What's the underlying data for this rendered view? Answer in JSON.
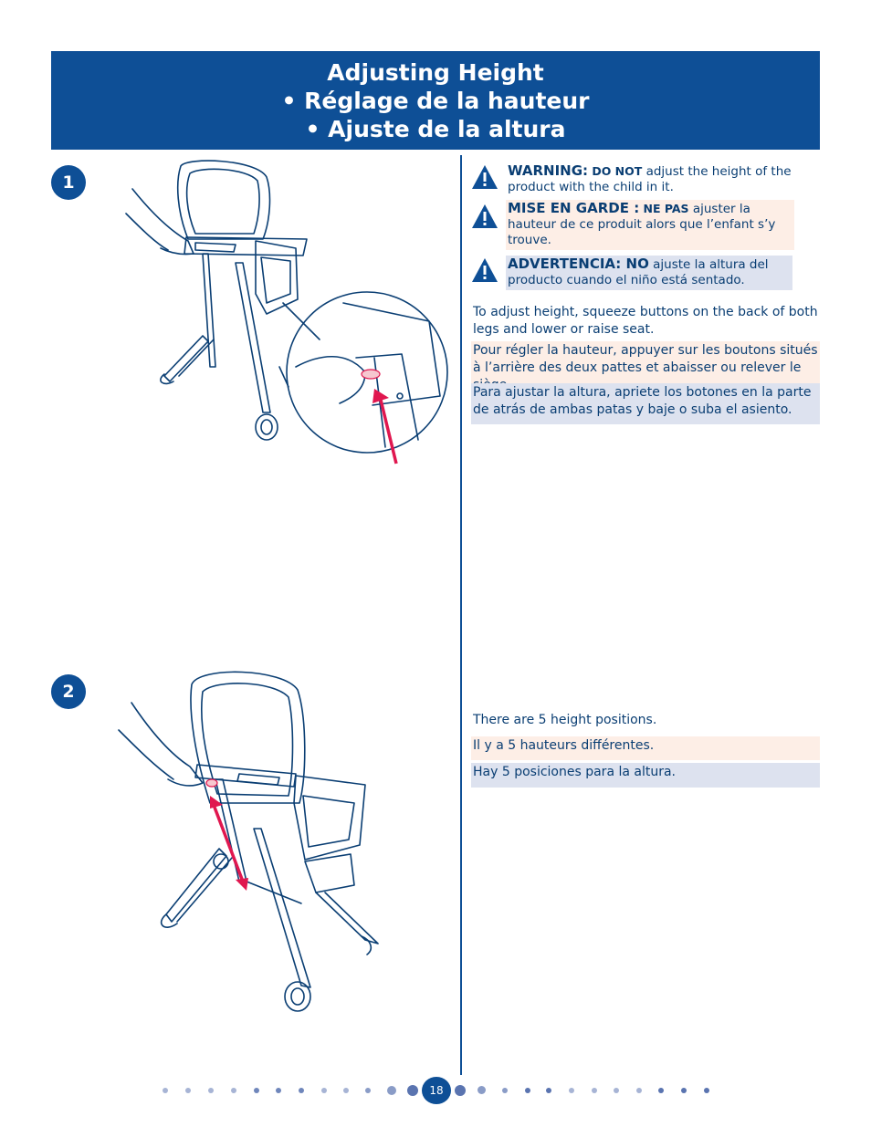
{
  "header": {
    "line1": "Adjusting Height",
    "line2": "• Réglage de la hauteur",
    "line3": "• Ajuste de la altura"
  },
  "steps": [
    "1",
    "2"
  ],
  "warnings": {
    "en": {
      "label": "WARNING:",
      "emph": "DO NOT",
      "text": "adjust the height of the product with the child in it."
    },
    "fr": {
      "label": "MISE EN GARDE :",
      "emph": "NE PAS",
      "text": "ajuster la hauteur de ce produit alors que l’enfant s’y trouve."
    },
    "es": {
      "label": "ADVERTENCIA: NO",
      "text": "ajuste la altura del producto cuando el niño está sentado."
    }
  },
  "instructions1": {
    "en": "To adjust height, squeeze buttons on the back of both legs and lower or raise seat.",
    "fr": "Pour régler la hauteur, appuyer sur les boutons situés à l’arrière des deux pattes et abaisser ou relever le siège.",
    "es": "Para ajustar la altura, apriete los botones en la parte de atrás de ambas patas y baje o suba el asiento."
  },
  "instructions2": {
    "en": "There are 5 height positions.",
    "fr": "Il y a 5 hauteurs différentes.",
    "es": "Hay 5 posiciones para la altura."
  },
  "footer": {
    "page_number": "18"
  },
  "colors": {
    "brand_blue": "#0e4f96",
    "arrow_red": "#e0174f",
    "pink_band": "#fdeee6",
    "blue_band": "#dde2ef"
  }
}
